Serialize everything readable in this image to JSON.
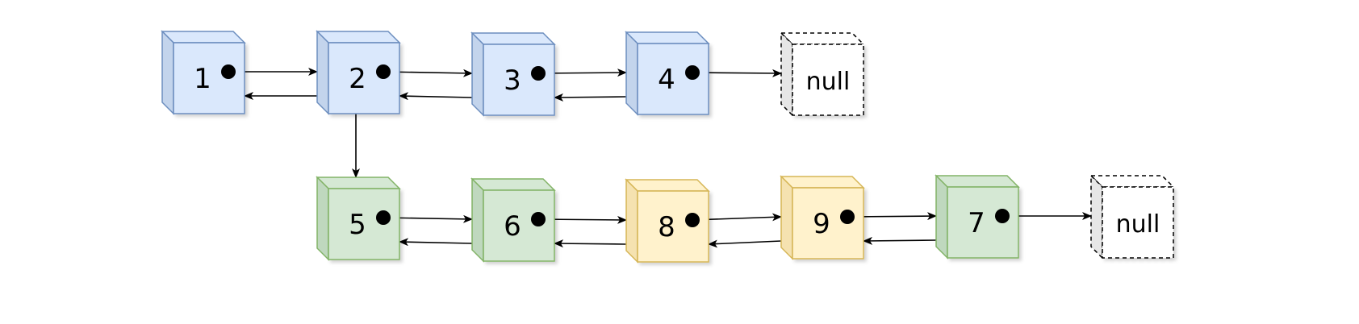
{
  "diagram": {
    "colors": {
      "blue": {
        "fill": "#dae8fc",
        "side": "#c3d4ec",
        "stroke": "#6c8ebf"
      },
      "green": {
        "fill": "#d5e8d4",
        "side": "#bfd8be",
        "stroke": "#82b366"
      },
      "yellow": {
        "fill": "#fff2cc",
        "side": "#f5e2b0",
        "stroke": "#d6b656"
      },
      "null": {
        "fill": "#ffffff",
        "side": "#e6e6e6",
        "stroke": "#000000"
      },
      "arrow": "#000000",
      "pointer_dot": "#000000"
    },
    "nodes": [
      {
        "id": "n1",
        "label": "1",
        "style": "blue"
      },
      {
        "id": "n2",
        "label": "2",
        "style": "blue"
      },
      {
        "id": "n3",
        "label": "3",
        "style": "blue"
      },
      {
        "id": "n4",
        "label": "4",
        "style": "blue"
      },
      {
        "id": "null1",
        "label": "null",
        "style": "null"
      },
      {
        "id": "n5",
        "label": "5",
        "style": "green"
      },
      {
        "id": "n6",
        "label": "6",
        "style": "green"
      },
      {
        "id": "n8",
        "label": "8",
        "style": "yellow"
      },
      {
        "id": "n9",
        "label": "9",
        "style": "yellow"
      },
      {
        "id": "n7",
        "label": "7",
        "style": "green"
      },
      {
        "id": "null2",
        "label": "null",
        "style": "null"
      }
    ],
    "edges": [
      {
        "from": "n1",
        "to": "n2",
        "kind": "next"
      },
      {
        "from": "n2",
        "to": "n1",
        "kind": "prev"
      },
      {
        "from": "n2",
        "to": "n3",
        "kind": "next"
      },
      {
        "from": "n3",
        "to": "n2",
        "kind": "prev"
      },
      {
        "from": "n3",
        "to": "n4",
        "kind": "next"
      },
      {
        "from": "n4",
        "to": "n3",
        "kind": "prev"
      },
      {
        "from": "n4",
        "to": "null1",
        "kind": "next"
      },
      {
        "from": "n2",
        "to": "n5",
        "kind": "child"
      },
      {
        "from": "n5",
        "to": "n6",
        "kind": "next"
      },
      {
        "from": "n6",
        "to": "n5",
        "kind": "prev"
      },
      {
        "from": "n6",
        "to": "n8",
        "kind": "next"
      },
      {
        "from": "n8",
        "to": "n6",
        "kind": "prev"
      },
      {
        "from": "n8",
        "to": "n9",
        "kind": "next"
      },
      {
        "from": "n9",
        "to": "n8",
        "kind": "prev"
      },
      {
        "from": "n9",
        "to": "n7",
        "kind": "next"
      },
      {
        "from": "n7",
        "to": "n9",
        "kind": "prev"
      },
      {
        "from": "n7",
        "to": "null2",
        "kind": "next"
      }
    ]
  }
}
